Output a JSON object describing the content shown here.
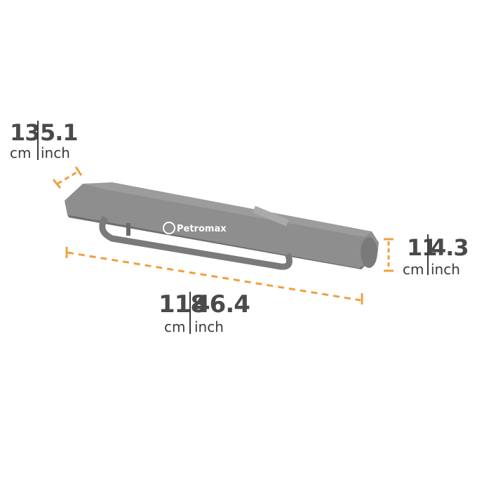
{
  "brand": {
    "name": "Petromax"
  },
  "dimensions": {
    "depth": {
      "cm": "13",
      "inch": "5.1",
      "cm_unit": "cm",
      "inch_unit": "inch"
    },
    "height": {
      "cm": "11",
      "inch": "4.3",
      "cm_unit": "cm",
      "inch_unit": "inch"
    },
    "length": {
      "cm": "118",
      "inch": "46.4",
      "cm_unit": "cm",
      "inch_unit": "inch"
    }
  },
  "colors": {
    "dimension_line": "#f0a040",
    "bag": "#8c8c8c",
    "bag_dark": "#6e6e6e",
    "text": "#4a4a4a"
  }
}
